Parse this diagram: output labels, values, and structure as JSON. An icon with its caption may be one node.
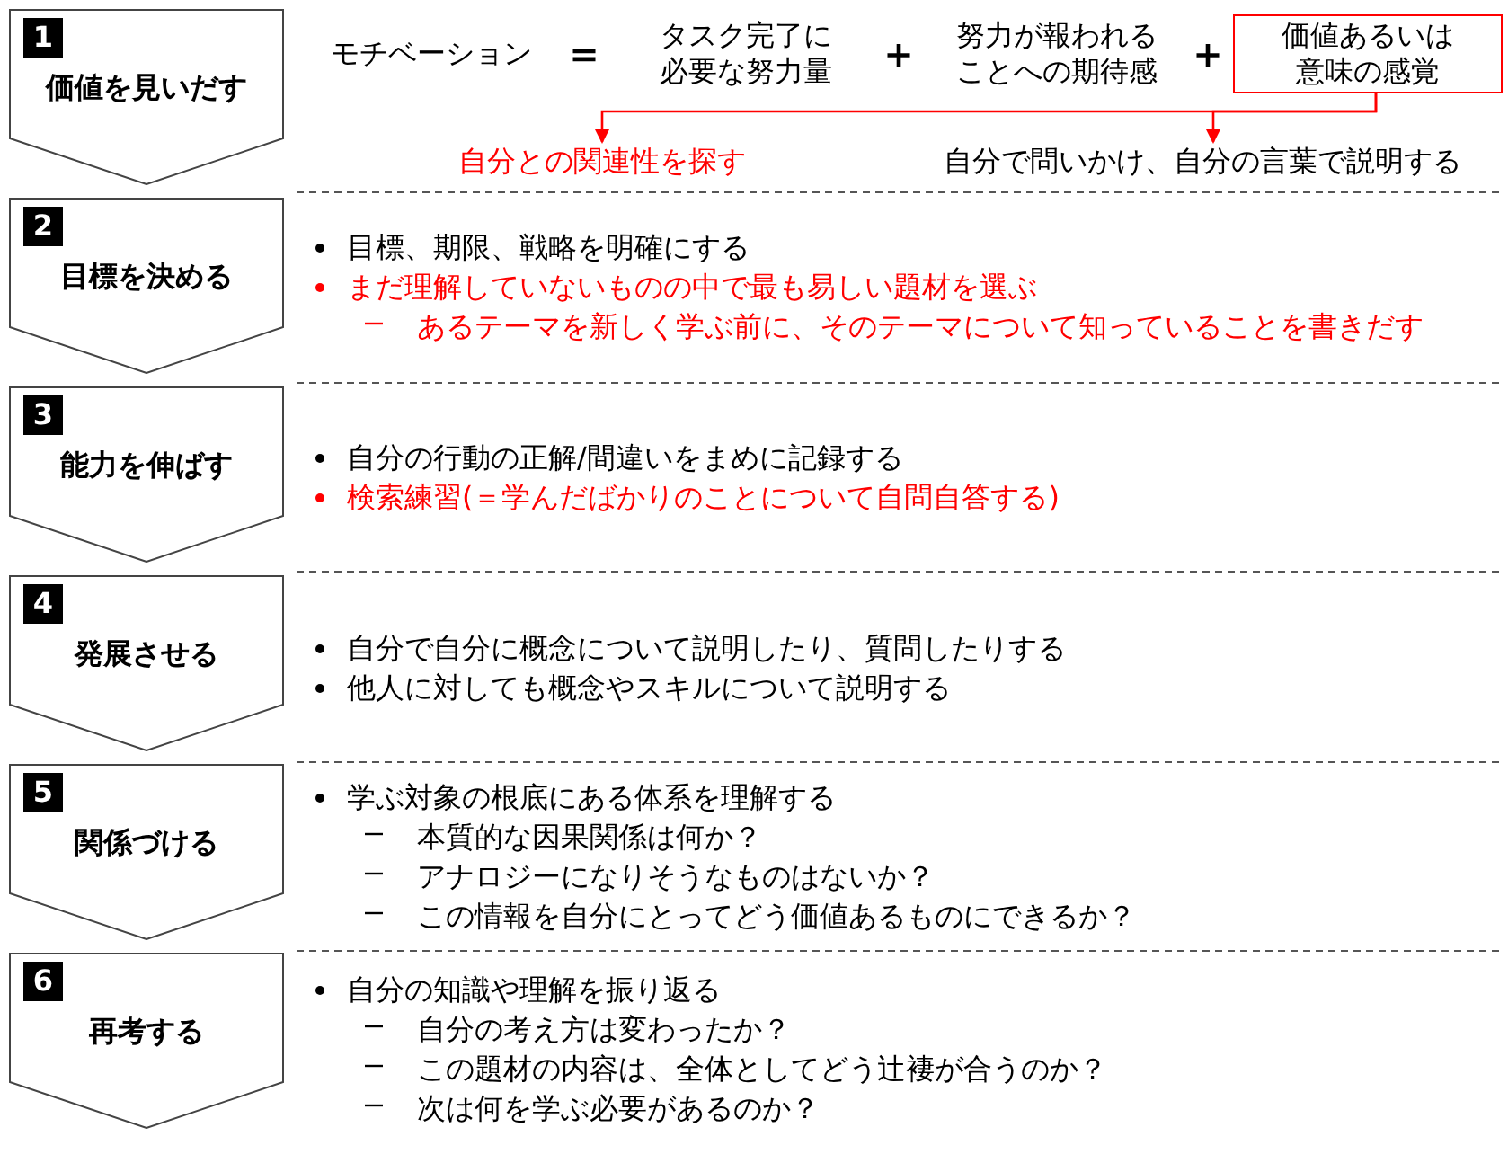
{
  "diagram": {
    "nodes": [
      {
        "text": [
          "1",
          "価値を見いだす"
        ]
      },
      {
        "text": [
          "価値あるいは意味の感覚"
        ]
      },
      {
        "text": [
          "自分との関連性を探す"
        ]
      },
      {
        "text": [
          "自分で問いかけ、自分の言葉で説明する"
        ]
      },
      {
        "text": [
          "2",
          "目標を決める"
        ]
      },
      {
        "text": [
          "3",
          "能力を伸ばす"
        ]
      },
      {
        "text": [
          "4",
          "発展させる"
        ]
      },
      {
        "text": [
          "5",
          "関係づける"
        ]
      },
      {
        "text": [
          "6",
          "再考する"
        ]
      }
    ],
    "edges": [
      {
        "from": 1,
        "to": 2,
        "arrow": "to"
      },
      {
        "from": 1,
        "to": 3,
        "arrow": "to"
      }
    ],
    "labels": [
      "モチベーション",
      "=",
      "タスク完了に必要な努力量",
      "+",
      "努力が報われることへの期待感",
      "+",
      "目標、期限、戦略を明確にする",
      "まだ理解していないものの中で最も易しい題材を選ぶ",
      "あるテーマを新しく学ぶ前に、そのテーマについて知っていることを書きだす",
      "自分の行動の正解/間違いをまめに記録する",
      "検索練習(＝学んだばかりのことについて自問自答する)",
      "自分で自分に概念について説明したり、質問したりする",
      "他人に対しても概念やスキルについて説明する",
      "学ぶ対象の根底にある体系を理解する",
      "本質的な因果関係は何か？",
      "アナロジーになりそうなものはないか？",
      "この情報を自分にとってどう価値あるものにできるか？",
      "自分の知識や理解を振り返る",
      "自分の考え方は変わったか？",
      "この題材の内容は、全体としてどう辻褄が合うのか？",
      "次は何を学ぶ必要があるのか？"
    ]
  }
}
